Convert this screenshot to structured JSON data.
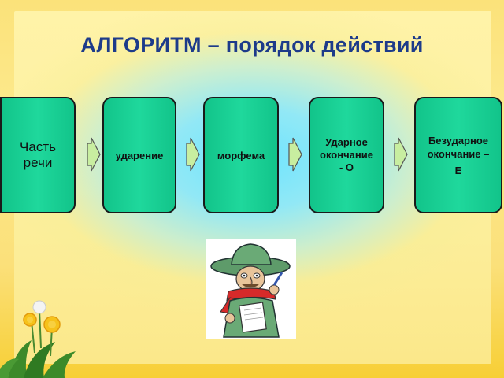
{
  "title": "АЛГОРИТМ – порядок действий",
  "steps": [
    {
      "line1": "Часть",
      "line2": "речи"
    },
    {
      "text": "ударение"
    },
    {
      "text": "морфема"
    },
    {
      "line1": "Ударное",
      "line2": "окончание",
      "line3": "- О"
    },
    {
      "line1": "Безударное",
      "line2": "окончание –",
      "line3": "Е"
    }
  ],
  "colors": {
    "box_fill": "#1fd89c",
    "arrow_fill": "#c8eea0",
    "title": "#1d3b8a"
  },
  "icons": {
    "arrow": "right-arrow-icon",
    "character": "cartoon-character-with-notepad",
    "flower": "dandelion"
  }
}
